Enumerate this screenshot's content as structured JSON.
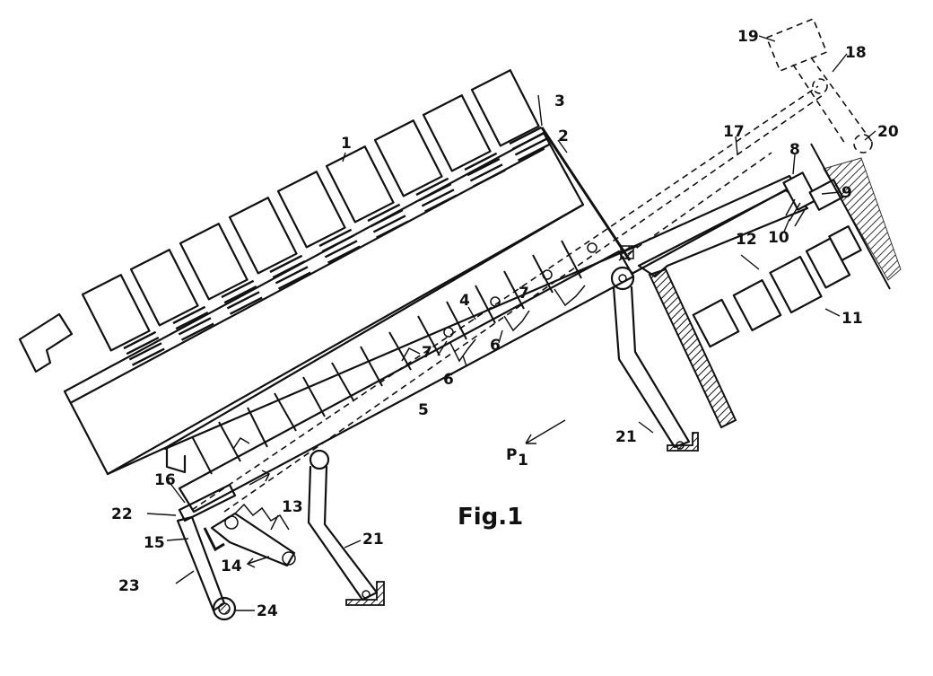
{
  "figure": {
    "caption": "Fig.1",
    "arrow_label": "P",
    "arrow_label_sub": "1"
  },
  "labels": {
    "l1": "1",
    "l2": "2",
    "l3": "3",
    "l4": "4",
    "l5": "5",
    "l6a": "6",
    "l6b": "6",
    "l7a": "7",
    "l7b": "7",
    "l8": "8",
    "l9": "9",
    "l10": "10",
    "l11": "11",
    "l12": "12",
    "l13": "13",
    "l14": "14",
    "l15": "15",
    "l16": "16",
    "l17": "17",
    "l18": "18",
    "l19": "19",
    "l20": "20",
    "l21a": "21",
    "l21b": "21",
    "l22": "22",
    "l23": "23",
    "l24": "24"
  }
}
